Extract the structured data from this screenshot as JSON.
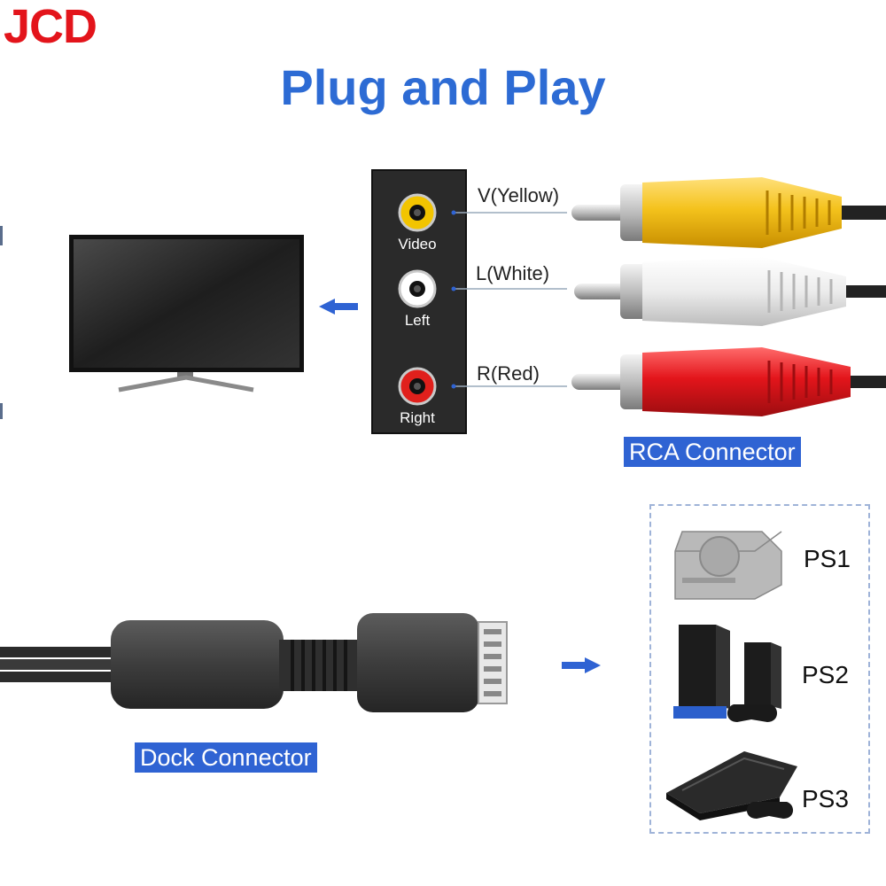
{
  "brand": "JCD",
  "title": "Plug and Play",
  "av_panel": {
    "ports": [
      {
        "label": "Video",
        "color": "#f2c400"
      },
      {
        "label": "Left",
        "color": "#ffffff"
      },
      {
        "label": "Right",
        "color": "#e0201c"
      }
    ]
  },
  "rca_cables": [
    {
      "label": "V(Yellow)",
      "color": "#f4c21c"
    },
    {
      "label": "L(White)",
      "color": "#f2f2f2"
    },
    {
      "label": "R(Red)",
      "color": "#e3151b"
    }
  ],
  "rca_connector_label": "RCA Connector",
  "dock_connector_label": "Dock Connector",
  "consoles": [
    {
      "label": "PS1"
    },
    {
      "label": "PS2"
    },
    {
      "label": "PS3"
    }
  ],
  "colors": {
    "brand": "#e3141b",
    "title": "#2d6bd4",
    "label_background": "#2f63d3",
    "arrow": "#2f63d3"
  }
}
